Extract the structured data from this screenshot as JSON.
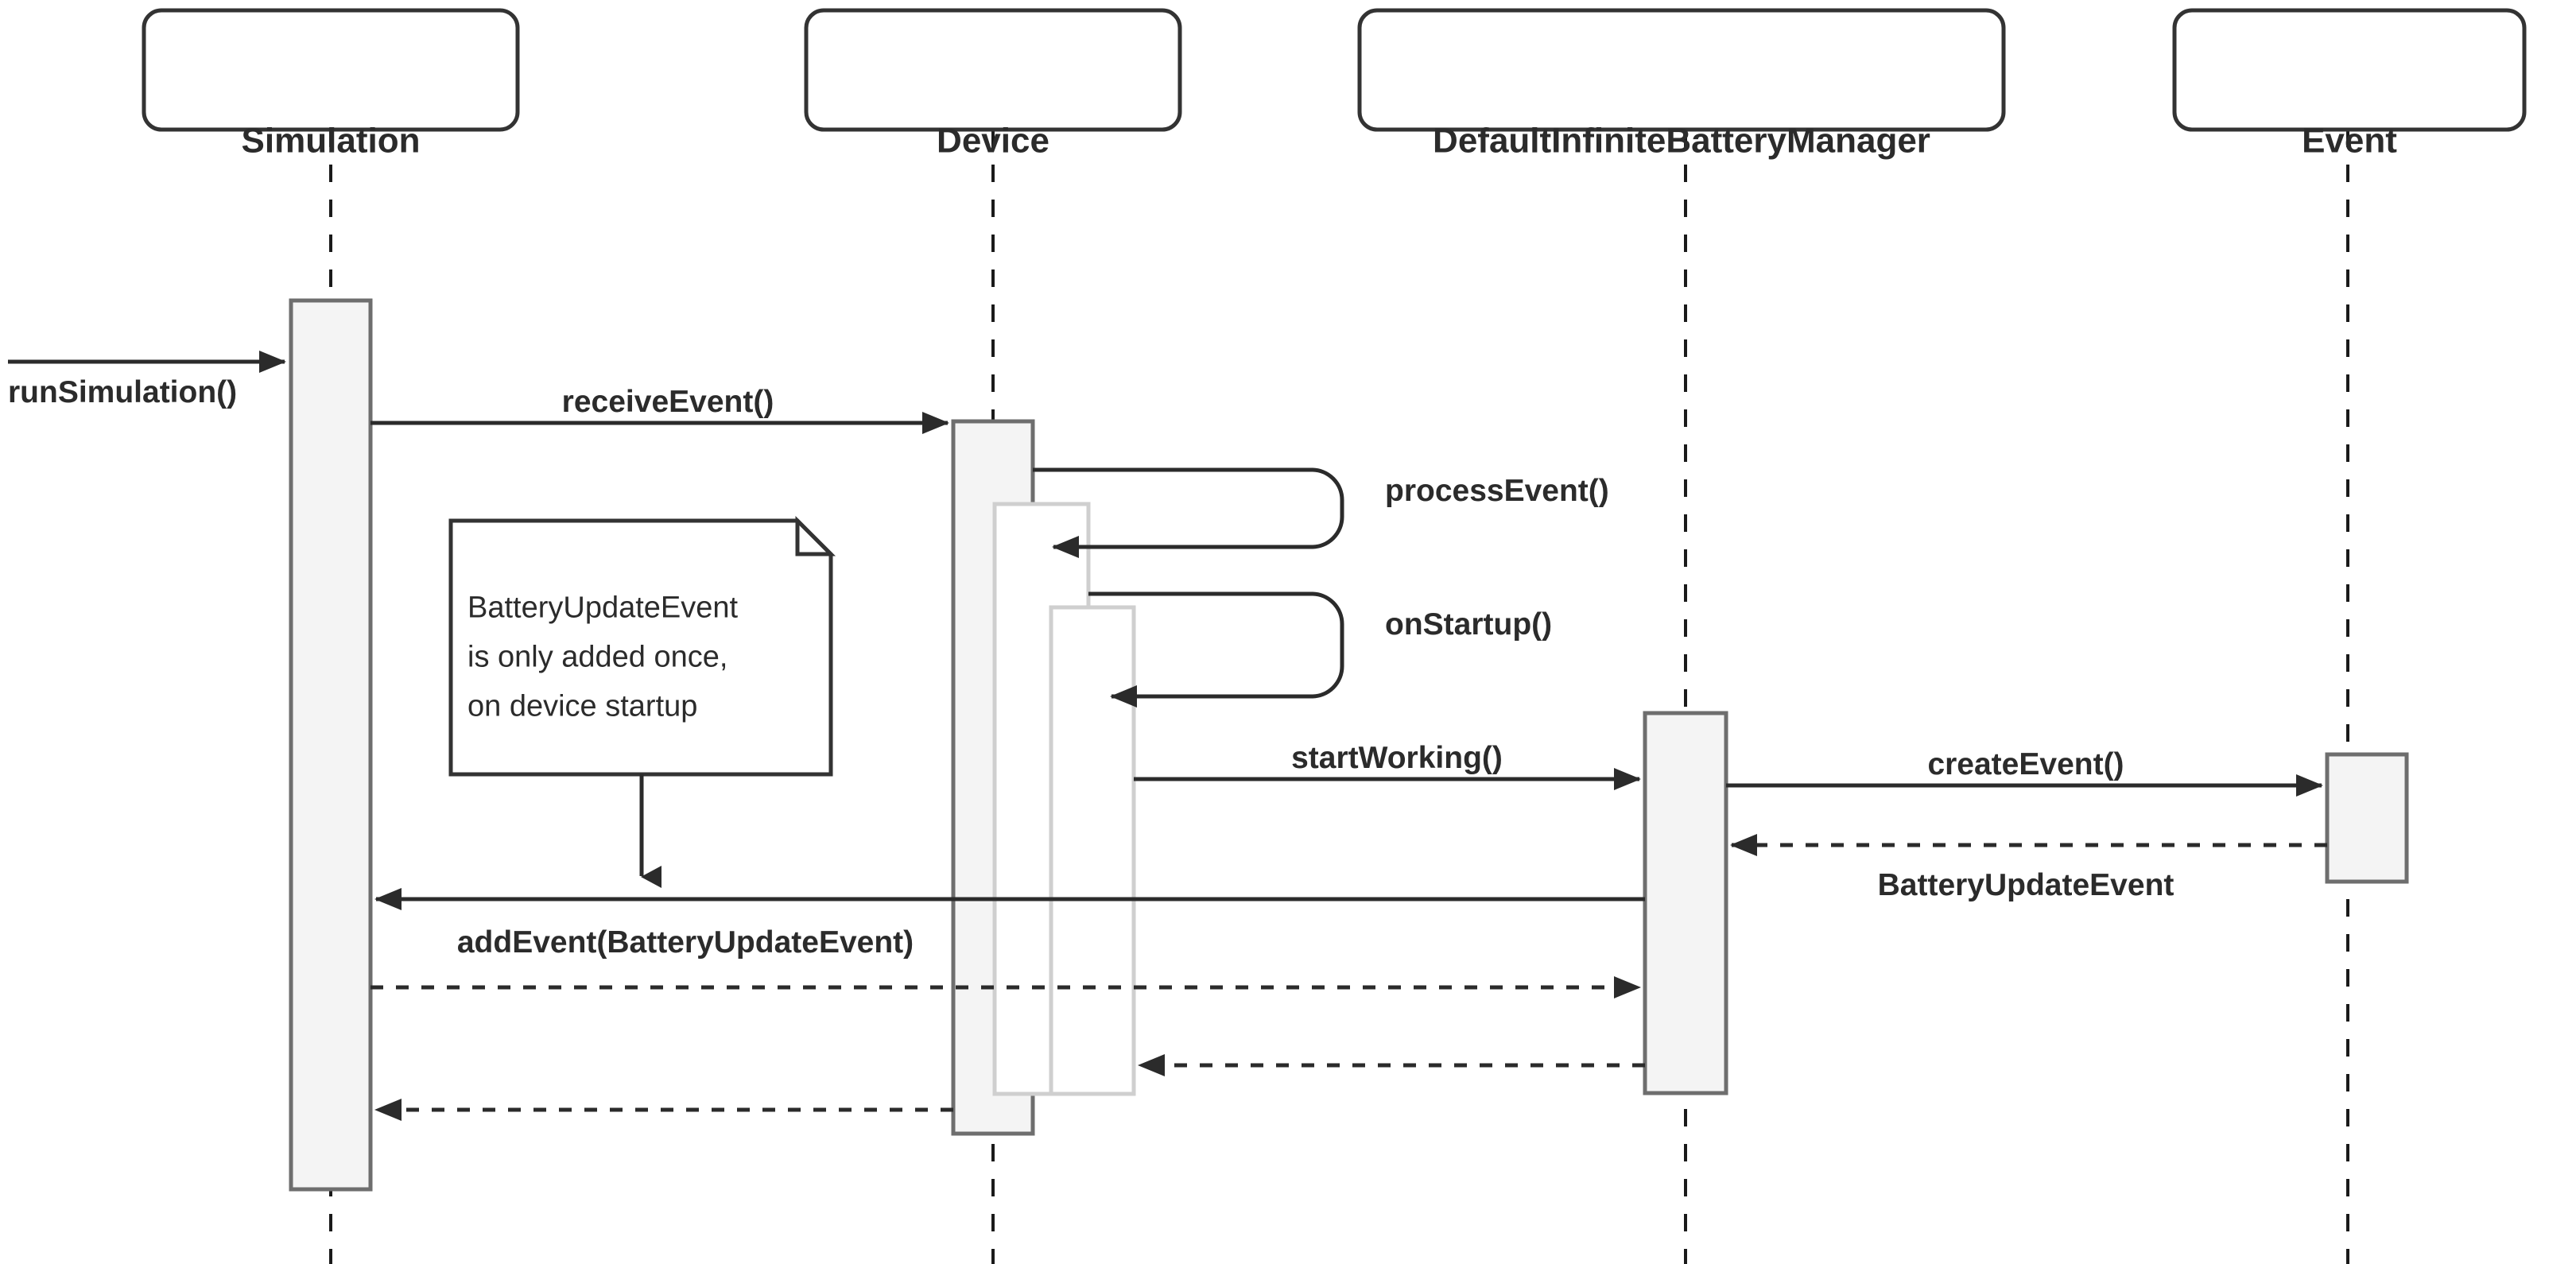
{
  "diagram": {
    "kind": "uml-sequence-diagram",
    "title": "",
    "colors": {
      "stroke": "#333333",
      "activation_fill": "#f4f4f4",
      "activation_stroke": "#6e6e6e",
      "nested_activation_stroke": "#cfcfcf",
      "text": "#2b2b2b",
      "background": "#ffffff"
    },
    "lifelines": [
      {
        "id": "simulation",
        "label": "Simulation"
      },
      {
        "id": "device",
        "label": "Device"
      },
      {
        "id": "manager",
        "label": "DefaultInfiniteBatteryManager"
      },
      {
        "id": "event",
        "label": "Event"
      }
    ],
    "messages": [
      {
        "id": "m1",
        "label": "runSimulation()",
        "from": "external",
        "to": "simulation",
        "style": "solid",
        "arrow": "filled"
      },
      {
        "id": "m2",
        "label": "receiveEvent()",
        "from": "simulation",
        "to": "device",
        "style": "solid",
        "arrow": "filled"
      },
      {
        "id": "m3",
        "label": "processEvent()",
        "from": "device",
        "to": "device",
        "style": "self-call",
        "arrow": "filled"
      },
      {
        "id": "m4",
        "label": "onStartup()",
        "from": "device",
        "to": "device",
        "style": "self-call",
        "arrow": "filled"
      },
      {
        "id": "m5",
        "label": "startWorking()",
        "from": "device",
        "to": "manager",
        "style": "solid",
        "arrow": "filled"
      },
      {
        "id": "m6",
        "label": "createEvent()",
        "from": "manager",
        "to": "event",
        "style": "solid",
        "arrow": "filled"
      },
      {
        "id": "m7",
        "label": "BatteryUpdateEvent",
        "from": "event",
        "to": "manager",
        "style": "dashed",
        "arrow": "filled"
      },
      {
        "id": "m8",
        "label": "addEvent(BatteryUpdateEvent)",
        "from": "manager",
        "to": "simulation",
        "style": "solid",
        "arrow": "filled"
      },
      {
        "id": "m9",
        "label": "",
        "from": "simulation",
        "to": "manager",
        "style": "dashed",
        "arrow": "filled"
      },
      {
        "id": "m10",
        "label": "",
        "from": "manager",
        "to": "device",
        "style": "dashed",
        "arrow": "filled"
      },
      {
        "id": "m11",
        "label": "",
        "from": "device",
        "to": "simulation",
        "style": "dashed",
        "arrow": "filled"
      }
    ],
    "note": {
      "lines": [
        "BatteryUpdateEvent",
        "is only added once,",
        "on device startup"
      ],
      "anchored_to": "m8"
    }
  }
}
